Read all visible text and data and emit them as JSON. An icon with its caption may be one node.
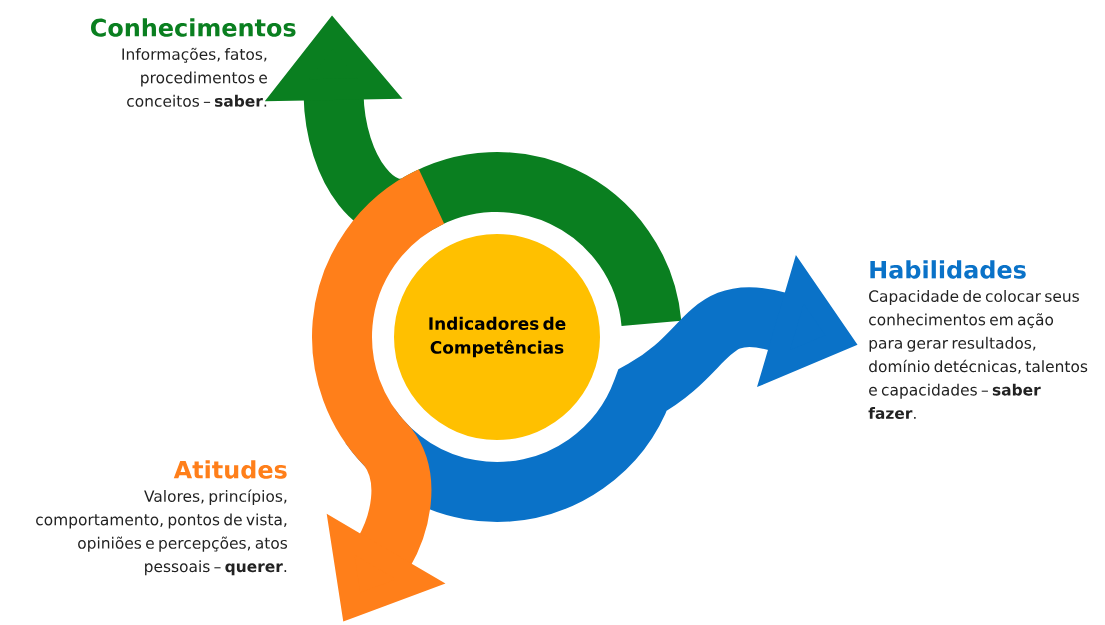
{
  "diagram": {
    "nodes": [
      {
        "text": [
          "Conhecimentos",
          "Informações, fatos, procedimentos e conceitos – **saber**."
        ]
      },
      {
        "text": [
          "Indicadores de Competências"
        ]
      },
      {
        "text": [
          "Habilidades",
          "Capacidade de colocar seus conhecimentos em ação para gerar resultados, domínio detécnicas, talentos e capacidades – **saber fazer**."
        ]
      },
      {
        "text": [
          "Atitudes",
          "Valores, princípios, comportamento, pontos de vista, opiniões e percepções, atos pessoais – **querer**."
        ]
      }
    ],
    "edges": [
      {
        "from": 1,
        "to": 0,
        "arrow": "to",
        "color": "#0a7f20"
      },
      {
        "from": 1,
        "to": 2,
        "arrow": "to",
        "color": "#0a72c8"
      },
      {
        "from": 1,
        "to": 3,
        "arrow": "to",
        "color": "#ff7f1a"
      }
    ]
  }
}
